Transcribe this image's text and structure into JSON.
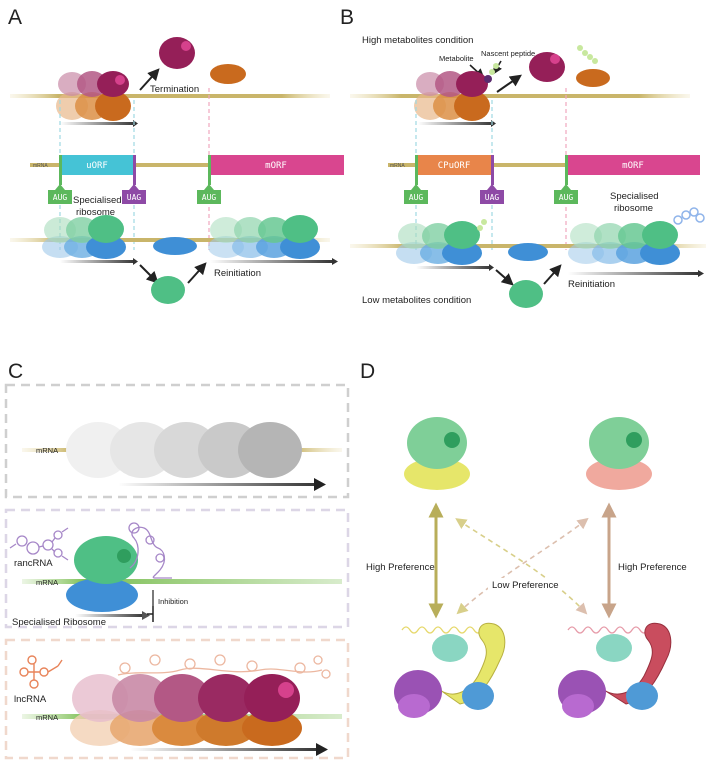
{
  "panels": {
    "a": "A",
    "b": "B",
    "c": "C",
    "d": "D"
  },
  "panelA": {
    "termination": "Termination",
    "reinitiation": "Reinitiation",
    "specialised1": "Specialised",
    "specialised2": "ribosome",
    "mrna": "mRNA",
    "uorf": "uORF",
    "morf": "mORF",
    "aug": "AUG",
    "uag": "UAG"
  },
  "panelB": {
    "high": "High metabolites condition",
    "metabolite": "Metabolite",
    "nascent": "Nascent peptide",
    "low": "Low metabolites condition",
    "reinitiation": "Reinitiation",
    "specialised1": "Specialised",
    "specialised2": "ribosome",
    "mrna": "mRNA",
    "cpuorf": "CPuORF",
    "morf": "mORF",
    "aug": "AUG",
    "uag": "UAG"
  },
  "panelC": {
    "mrna": "mRNA",
    "rancrna": "rancRNA",
    "inhibition": "Inhibition",
    "specialised": "Specialised Ribosome",
    "lncrna": "lncRNA"
  },
  "panelD": {
    "high_left": "High Preference",
    "high_right": "High Preference",
    "low": "Low Preference"
  },
  "colors": {
    "mrna": "#c9b56a",
    "uorf": "#45c3d6",
    "morf": "#d9468f",
    "cpuorf": "#e8854a",
    "aug": "#5cb85c",
    "uag": "#8e4aa6",
    "green_small": "#4fbf85",
    "blue_large": "#3f8fd6",
    "magenta_small": "#a3235f",
    "orange_large": "#d4731f"
  }
}
